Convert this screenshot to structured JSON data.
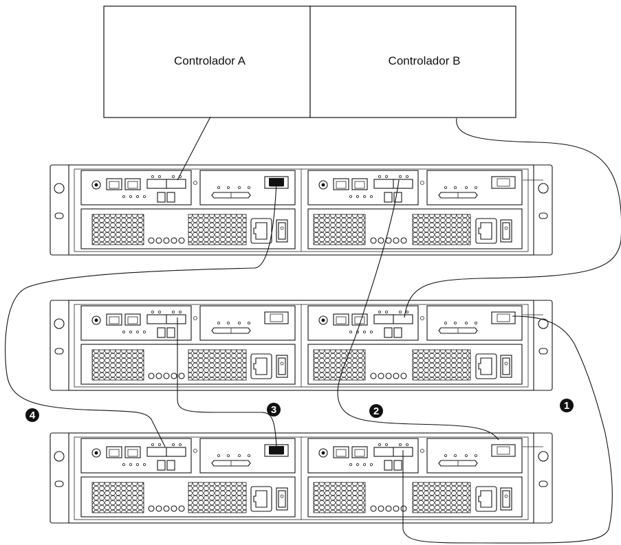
{
  "controllers": {
    "a_label": "Controlador A",
    "b_label": "Controlador B"
  },
  "badges": [
    "1",
    "2",
    "3",
    "4"
  ],
  "enclosure_count": 3
}
